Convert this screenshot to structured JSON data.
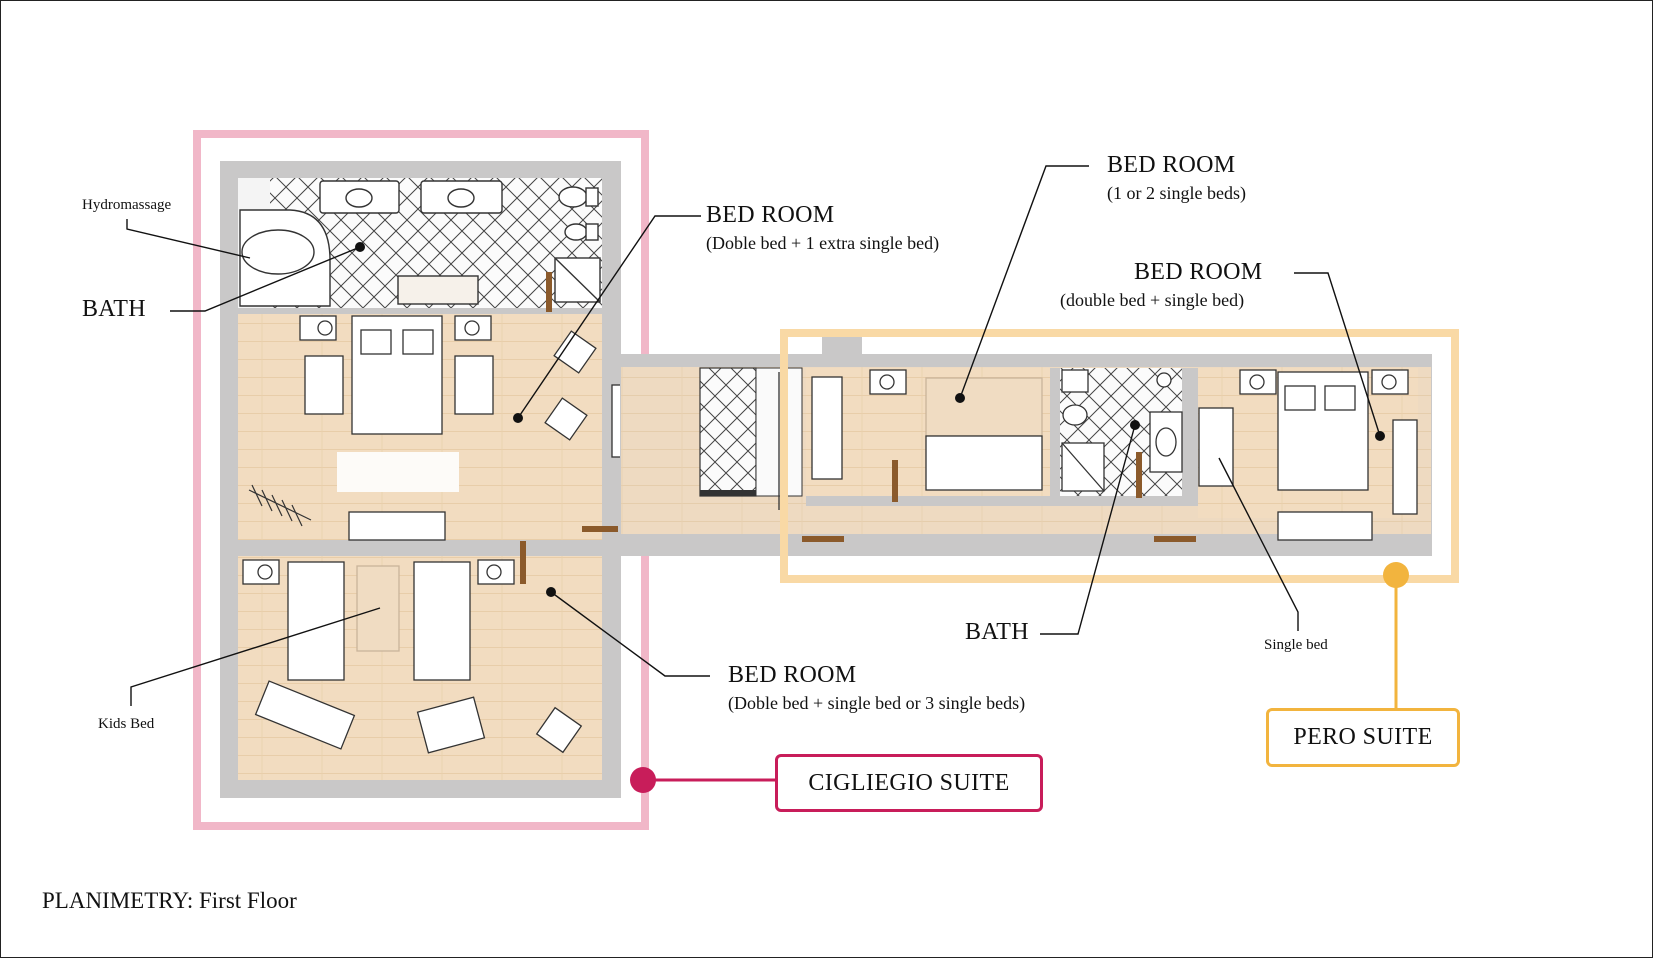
{
  "title_prefix": "PLANIMETRY:",
  "title_suffix": "First Floor",
  "colors": {
    "cigliegio": "#c81d5a",
    "cigliegio_outline": "#f1b7c8",
    "pero": "#f2b43e",
    "pero_outline": "#f9d9a5",
    "wall": "#c9c8c8",
    "floor": "#f2dcc0",
    "door": "#8b5a2b"
  },
  "labels": {
    "hydromassage": "Hydromassage",
    "bath_left": "BATH",
    "bed_room_1_title": "BED ROOM",
    "bed_room_1_desc": "(Doble bed + 1 extra single bed)",
    "bed_room_2_title": "BED ROOM",
    "bed_room_2_desc": "(Doble bed + single bed or 3 single beds)",
    "kids_bed": "Kids Bed",
    "bed_room_3_title": "BED ROOM",
    "bed_room_3_desc": "(1 or 2 single beds)",
    "bed_room_4_title": "BED ROOM",
    "bed_room_4_desc": "(double bed + single bed)",
    "bath_right": "BATH",
    "single_bed": "Single bed"
  },
  "suites": {
    "cigliegio": "CIGLIEGIO SUITE",
    "pero": "PERO SUITE"
  }
}
